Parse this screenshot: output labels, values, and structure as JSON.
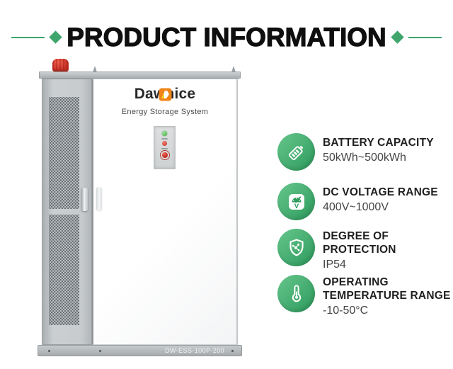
{
  "header": {
    "title": "PRODUCT INFORMATION"
  },
  "product": {
    "brand": "Dawnice",
    "subtitle": "Energy Storage System",
    "model": "DW-ESS-100P-200"
  },
  "specs": [
    {
      "icon": "battery-icon",
      "title_lines": [
        "BATTERY CAPACITY"
      ],
      "value": "50kWh~500kWh"
    },
    {
      "icon": "voltmeter-icon",
      "title_lines": [
        "DC VOLTAGE RANGE"
      ],
      "value": "400V~1000V"
    },
    {
      "icon": "shield-icon",
      "title_lines": [
        "DEGREE OF",
        "PROTECTION"
      ],
      "value": "IP54"
    },
    {
      "icon": "thermometer-icon",
      "title_lines": [
        "OPERATING",
        "TEMPERATURE RANGE"
      ],
      "value": "-10-50°C"
    }
  ],
  "colors": {
    "accent": "#3fa56d",
    "icon-grad-1": "#66c68c",
    "icon-grad-2": "#2d9a5c",
    "beacon-red": "#d23a2e",
    "led-green": "#46a948",
    "led-red": "#d43c32",
    "brand-orange": "#f08418",
    "brand-yellow": "#f8d21a"
  }
}
